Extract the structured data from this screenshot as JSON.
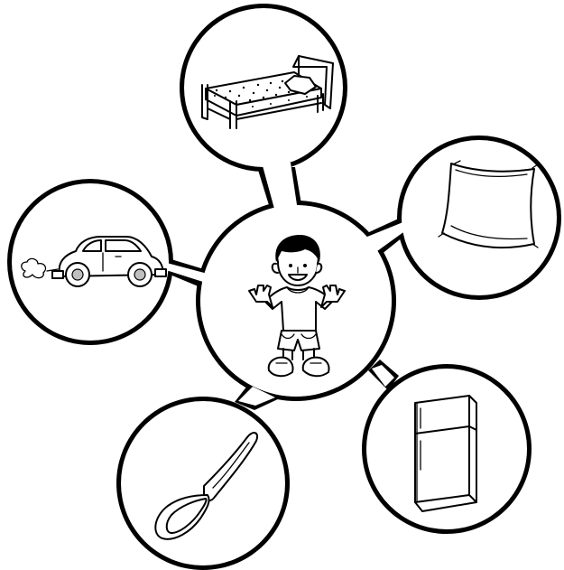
{
  "diagram": {
    "type": "picture-web",
    "center_item": "boy",
    "items": [
      "bed",
      "pillow",
      "refrigerator",
      "spoon",
      "car"
    ],
    "colors": {
      "line": "#000000",
      "fill": "#ffffff"
    }
  }
}
